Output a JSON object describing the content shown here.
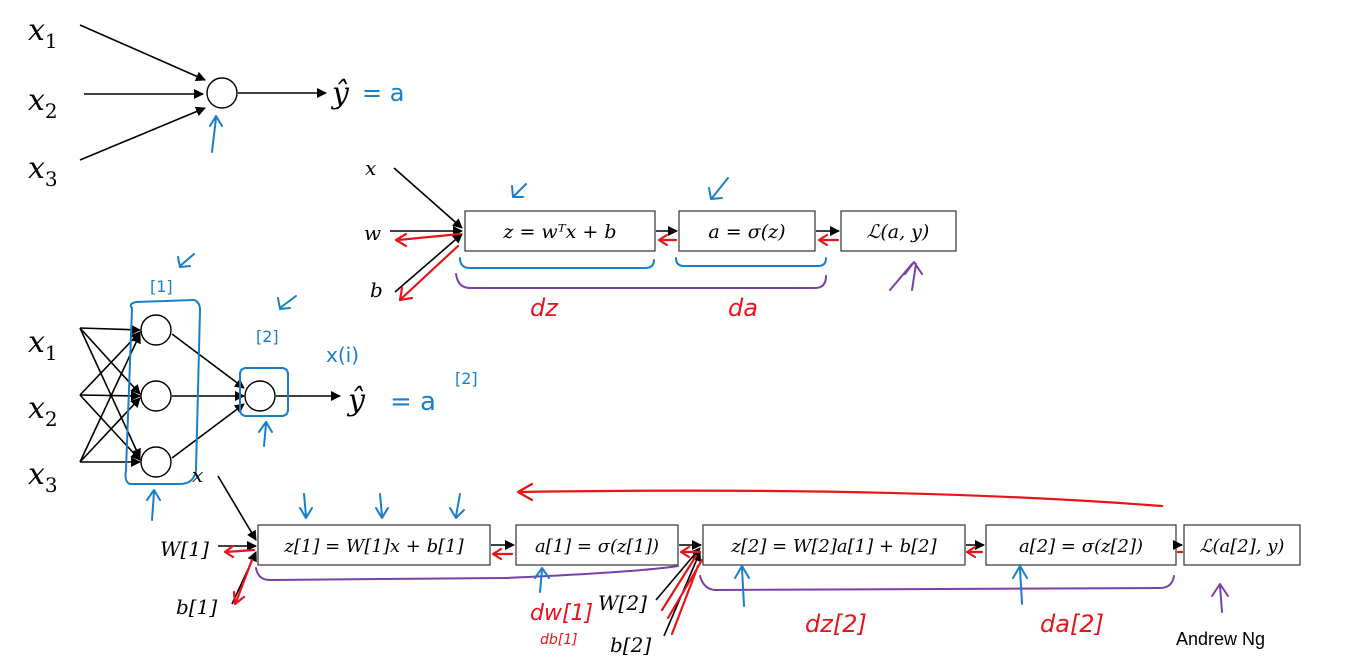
{
  "credit": "Andrew Ng",
  "logistic": {
    "inputs": [
      "x1",
      "x2",
      "x3"
    ],
    "output": "ŷ",
    "output_eq": "= a"
  },
  "logistic_graph": {
    "inputs": [
      "x",
      "w",
      "b"
    ],
    "boxes": [
      "z = wᵀx + b",
      "a = σ(z)",
      "ℒ(a, y)"
    ],
    "grad_labels": [
      "dz",
      "da"
    ]
  },
  "network": {
    "inputs": [
      "x1",
      "x2",
      "x3"
    ],
    "layer1_label": "[1]",
    "layer2_label": "[2]",
    "sample_label": "x(i)",
    "output": "ŷ",
    "output_eq": "= a",
    "output_sup": "[2]"
  },
  "network_graph": {
    "inputs": [
      "x",
      "W[1]",
      "b[1]",
      "W[2]",
      "b[2]"
    ],
    "boxes": [
      "z[1] = W[1]x + b[1]",
      "a[1] = σ(z[1])",
      "z[2] = W[2]a[1] + b[2]",
      "a[2] = σ(z[2])",
      "ℒ(a[2], y)"
    ],
    "grad_labels": [
      "dw[1]",
      "db[1]",
      "dz[2]",
      "da[2]"
    ]
  }
}
